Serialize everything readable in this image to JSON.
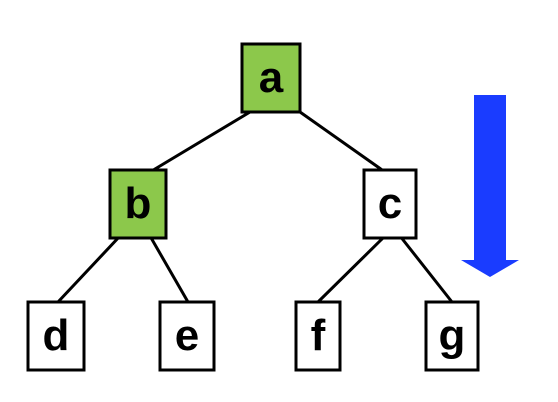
{
  "colors": {
    "highlight": "#8cc84b",
    "node_fill": "#ffffff",
    "node_border": "#000000",
    "edge": "#000000",
    "arrow": "#1a3cff"
  },
  "nodes": [
    {
      "id": "a",
      "label": "a",
      "highlighted": true
    },
    {
      "id": "b",
      "label": "b",
      "highlighted": true
    },
    {
      "id": "c",
      "label": "c",
      "highlighted": false
    },
    {
      "id": "d",
      "label": "d",
      "highlighted": false
    },
    {
      "id": "e",
      "label": "e",
      "highlighted": false
    },
    {
      "id": "f",
      "label": "f",
      "highlighted": false
    },
    {
      "id": "g",
      "label": "g",
      "highlighted": false
    }
  ],
  "edges": [
    {
      "from": "a",
      "to": "b"
    },
    {
      "from": "a",
      "to": "c"
    },
    {
      "from": "b",
      "to": "d"
    },
    {
      "from": "b",
      "to": "e"
    },
    {
      "from": "c",
      "to": "f"
    },
    {
      "from": "c",
      "to": "g"
    }
  ],
  "arrow": {
    "direction": "down"
  }
}
